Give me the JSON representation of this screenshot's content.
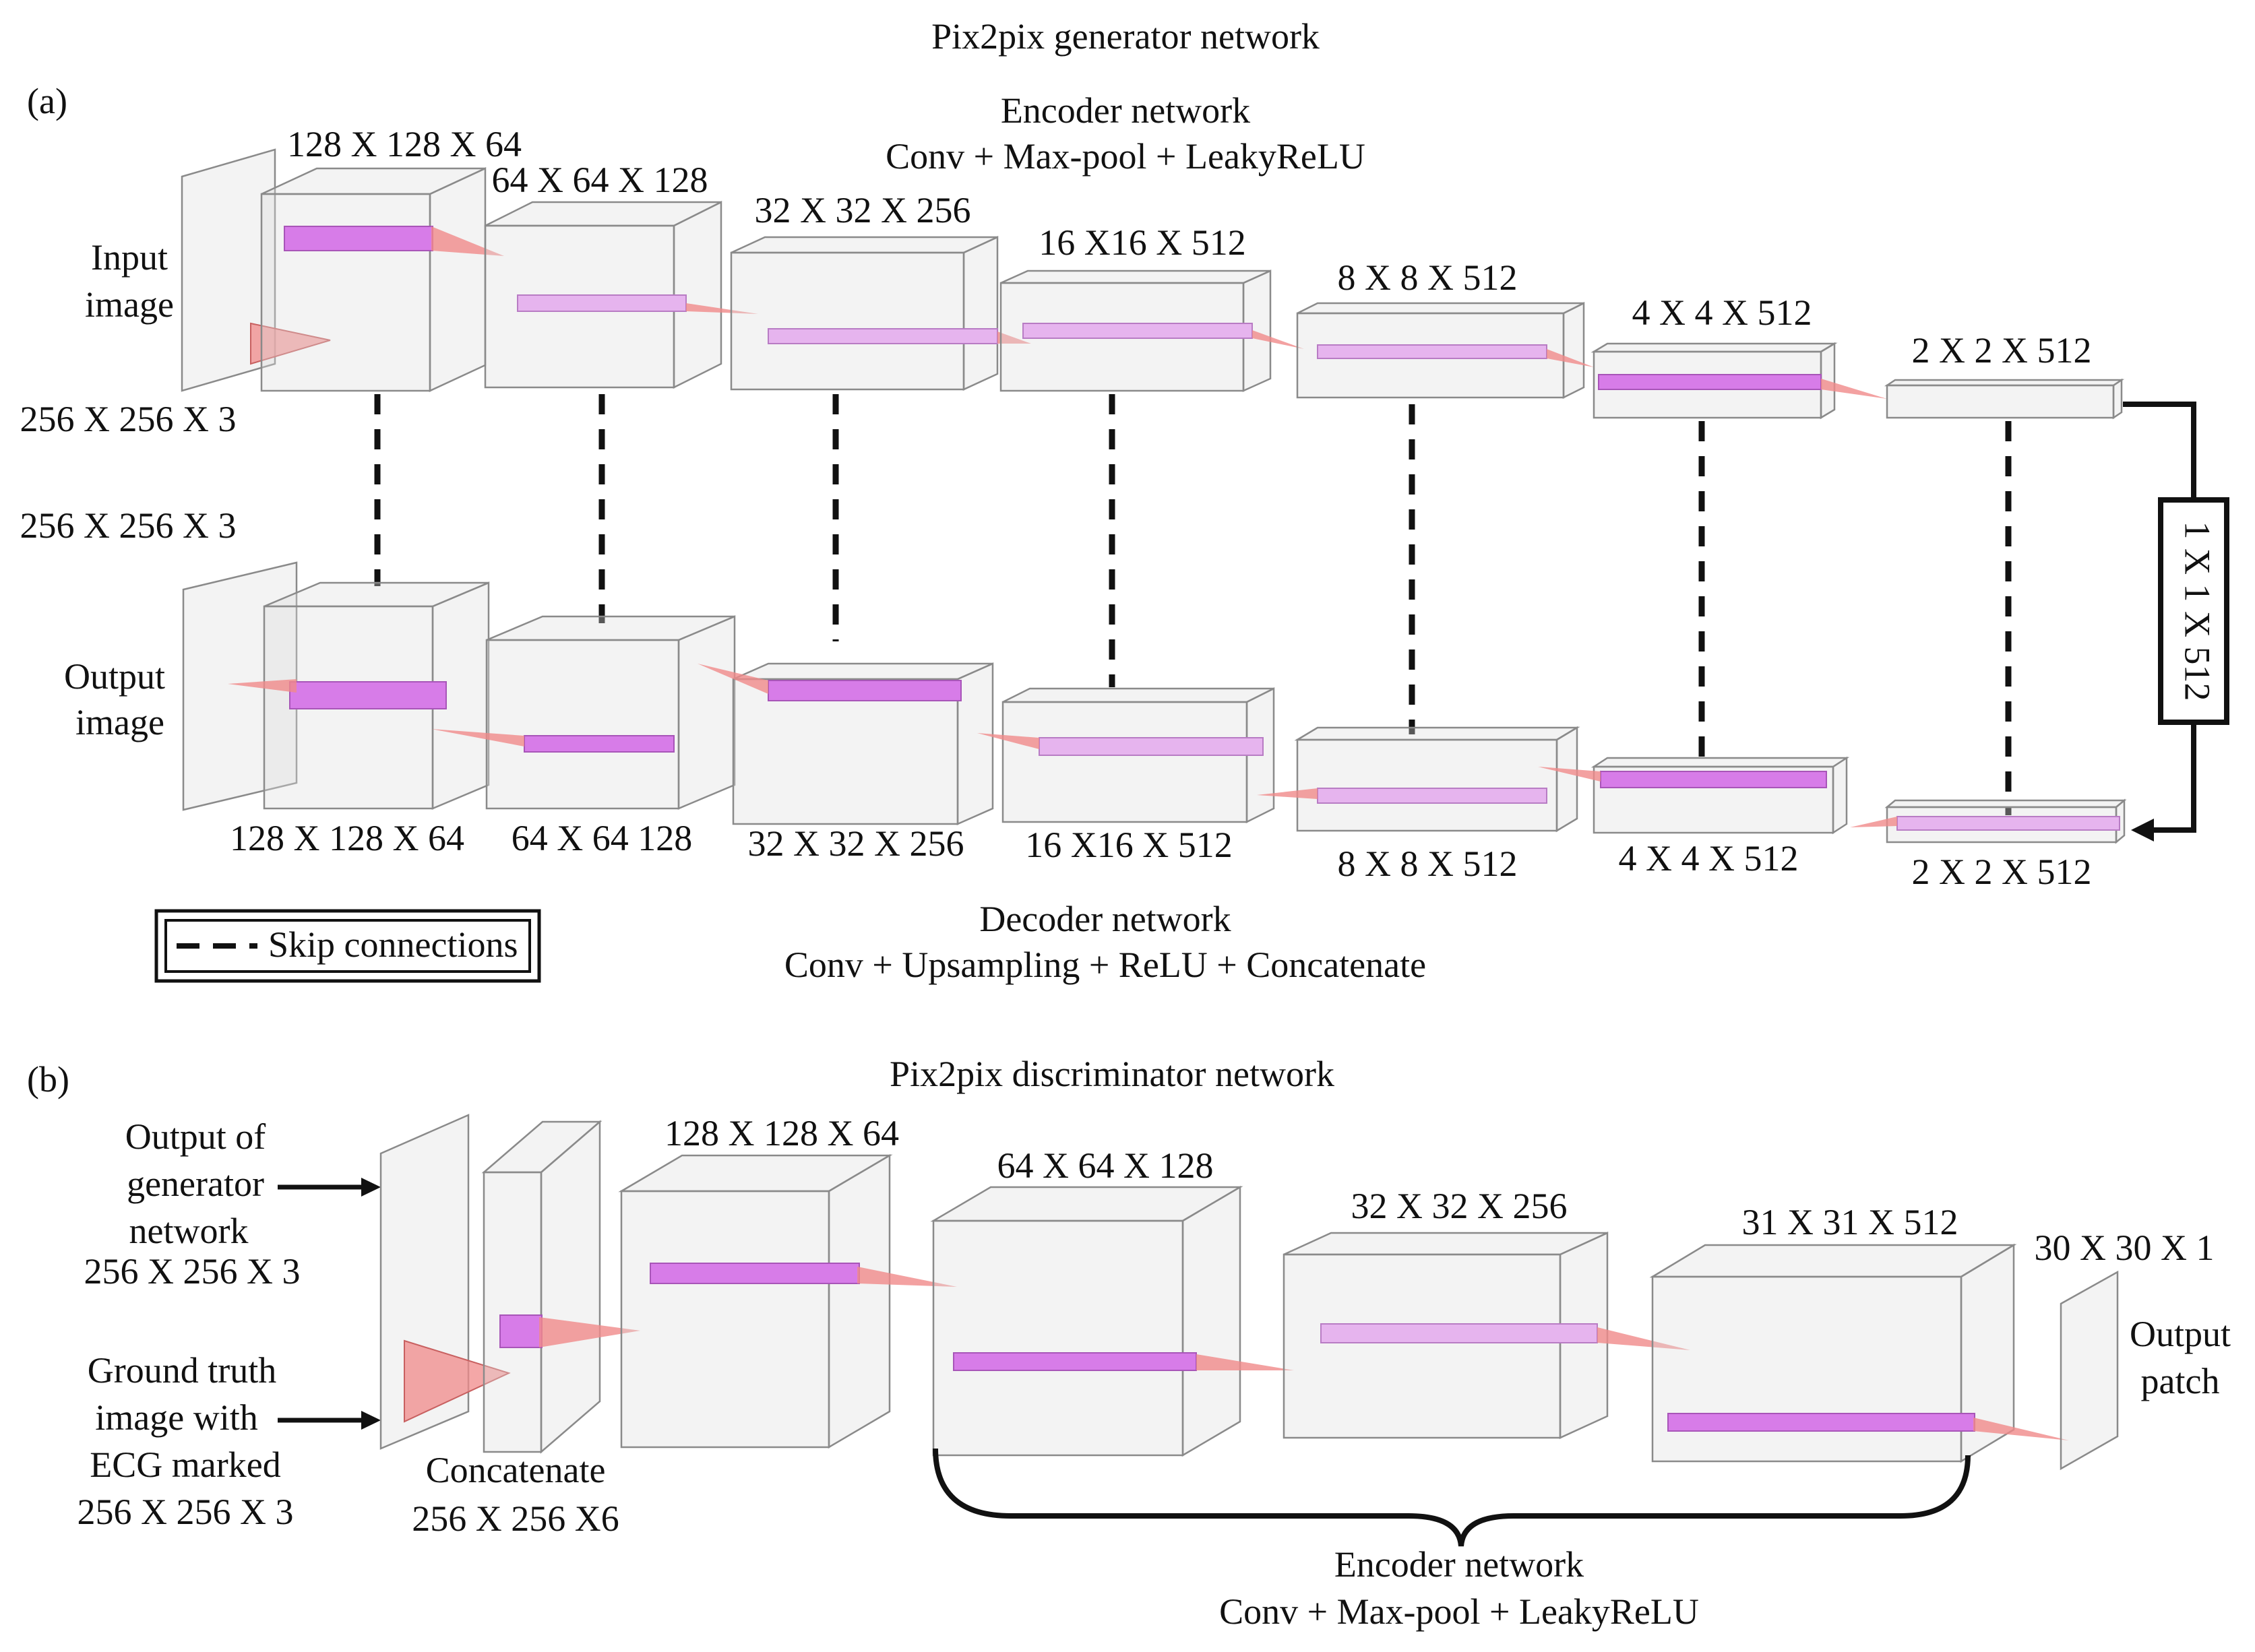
{
  "generator": {
    "title": "Pix2pix generator network",
    "panel": "(a)",
    "encoder_title": "Encoder network",
    "encoder_ops": "Conv + Max-pool + LeakyReLU",
    "input_label_1": "Input",
    "input_label_2": "image",
    "input_shape": "256 X 256 X 3",
    "output_label_1": "Output",
    "output_label_2": "image",
    "output_shape": "256 X 256 X 3",
    "encoder_shapes": [
      "128 X 128 X 64",
      "64 X 64 X 128",
      "32 X 32 X 256",
      "16 X16 X 512",
      "8 X 8 X 512",
      "4 X 4 X 512",
      "2 X 2 X 512"
    ],
    "decoder_shapes": [
      "128 X 128 X 64",
      "64 X 64 128",
      "32 X 32 X 256",
      "16 X16 X 512",
      "8 X 8 X 512",
      "4 X 4 X 512",
      "2 X 2 X 512"
    ],
    "bottleneck": "1 X 1 X 512",
    "legend": "Skip connections",
    "decoder_title": "Decoder network",
    "decoder_ops": "Conv + Upsampling + ReLU + Concatenate"
  },
  "discriminator": {
    "panel": "(b)",
    "title": "Pix2pix discriminator network",
    "input1_lines": [
      "Output of",
      "generator",
      "network",
      "256 X 256 X 3"
    ],
    "input2_lines": [
      "Ground truth",
      "image with",
      "ECG marked",
      "256 X 256 X 3"
    ],
    "concat_label": "Concatenate",
    "concat_shape": "256 X 256 X6",
    "shapes": [
      "128 X 128 X 64",
      "64 X 64 X 128",
      "32 X 32 X 256",
      "31 X 31 X 512",
      "30 X 30 X 1"
    ],
    "output_label_1": "Output",
    "output_label_2": "patch",
    "encoder_title": "Encoder network",
    "encoder_ops": "Conv + Max-pool + LeakyReLU"
  },
  "colors": {
    "kernel_magenta": "#d77ce8",
    "kernel_light": "#e6b4ee",
    "cone_pink": "#f08a8a",
    "block_edge": "#8a8a8a",
    "line": "#111111"
  }
}
